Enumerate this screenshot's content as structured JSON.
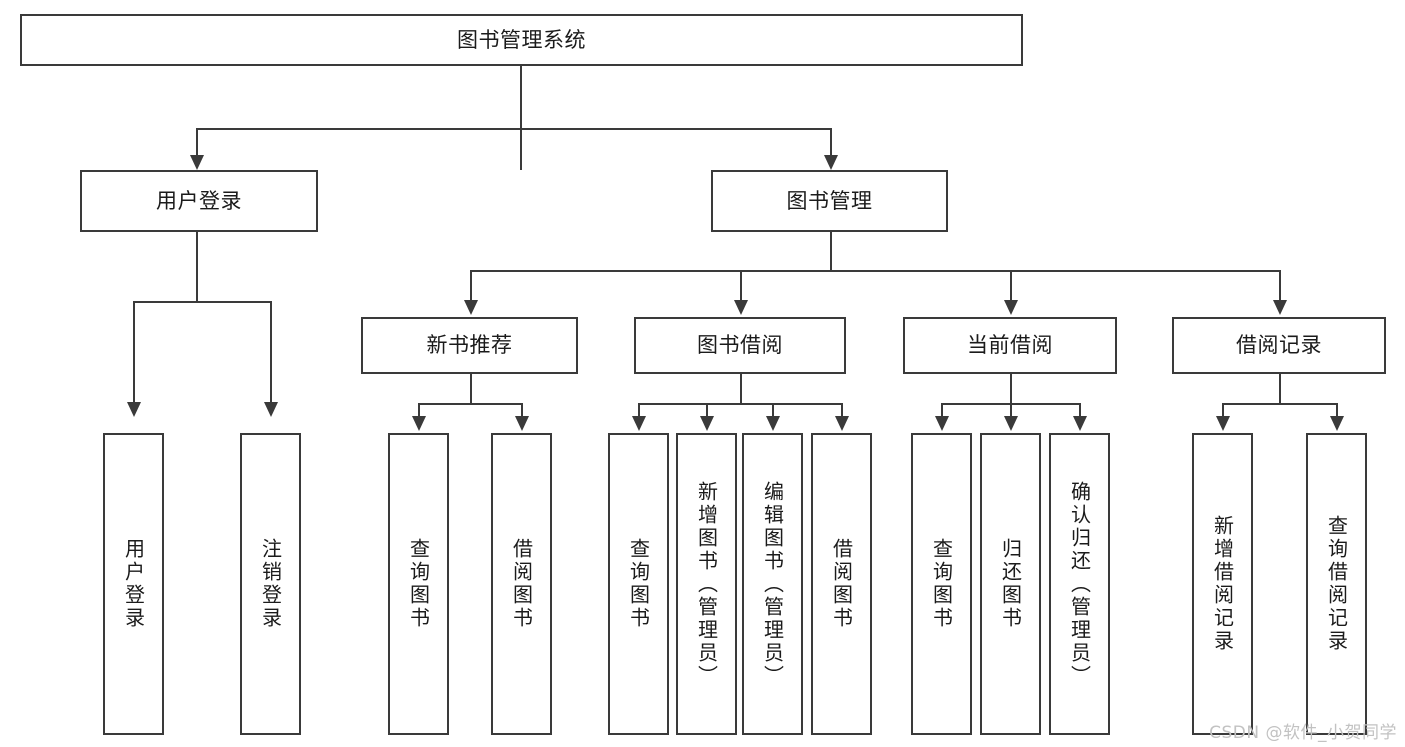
{
  "diagram": {
    "title": "图书管理系统",
    "type": "tree-hierarchy-diagram",
    "root": {
      "label": "图书管理系统"
    },
    "level2": [
      {
        "label": "用户登录"
      },
      {
        "label": "图书管理"
      }
    ],
    "level3": [
      {
        "label": "新书推荐"
      },
      {
        "label": "图书借阅"
      },
      {
        "label": "当前借阅"
      },
      {
        "label": "借阅记录"
      }
    ],
    "leaves": {
      "user_login": [
        {
          "label": "用户登录"
        },
        {
          "label": "注销登录"
        }
      ],
      "new_book_recommend": [
        {
          "label": "查询图书"
        },
        {
          "label": "借阅图书"
        }
      ],
      "book_borrow": [
        {
          "label": "查询图书"
        },
        {
          "label": "新增图书（管理员）"
        },
        {
          "label": "编辑图书（管理员）"
        },
        {
          "label": "借阅图书"
        }
      ],
      "current_borrow": [
        {
          "label": "查询图书"
        },
        {
          "label": "归还图书"
        },
        {
          "label": "确认归还（管理员）"
        }
      ],
      "borrow_records": [
        {
          "label": "新增借阅记录"
        },
        {
          "label": "查询借阅记录"
        }
      ]
    }
  },
  "watermark": {
    "text": "CSDN @软件_小贺同学"
  },
  "colors": {
    "stroke": "#3a3a3a",
    "text": "#1b1b1b",
    "background": "#ffffff",
    "watermark": "#c2c2c2"
  }
}
